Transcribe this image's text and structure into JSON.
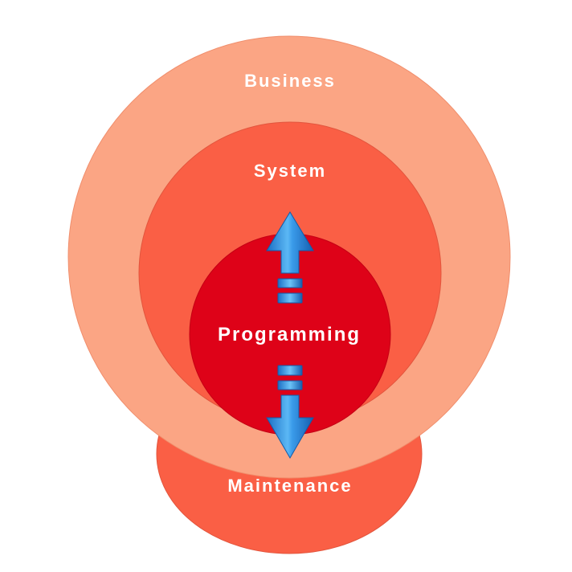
{
  "diagram": {
    "layers": {
      "business": {
        "label": "Business",
        "color": "#FBA584"
      },
      "system": {
        "label": "System",
        "color": "#FA5F45"
      },
      "programming": {
        "label": "Programming",
        "color": "#DE0218"
      },
      "maintenance": {
        "label": "Maintenance",
        "color": "#FA5F45"
      }
    },
    "arrows": {
      "up": {
        "icon": "arrow-up-icon",
        "color": "#2F8FE0"
      },
      "down": {
        "icon": "arrow-down-icon",
        "color": "#2F8FE0"
      }
    }
  }
}
